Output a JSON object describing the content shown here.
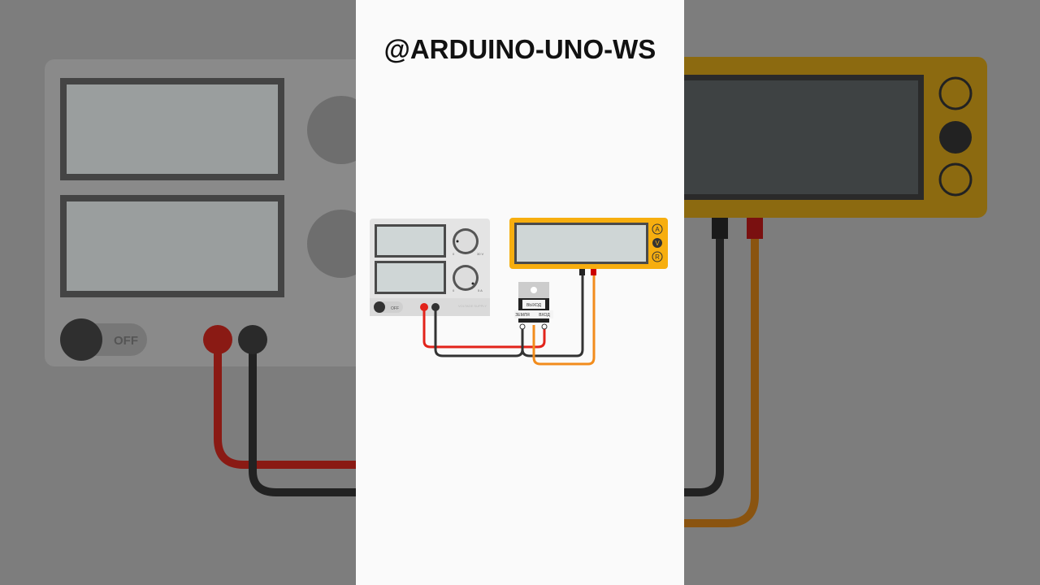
{
  "channel_handle": "@ARDUINO-UNO-WS",
  "power_supply": {
    "switch_label": "OFF",
    "voltage_min": "0",
    "voltage_max": "30 V",
    "current_min": "0",
    "current_max": "5 A",
    "brand": "VOLTAGE SUPPLY"
  },
  "multimeter": {
    "modes": [
      "A",
      "V",
      "R"
    ],
    "selected_mode": "V"
  },
  "regulator": {
    "output_label": "ВЫХОД",
    "ground_label": "ЗЕМЛЯ",
    "input_label": "ВХОД"
  },
  "colors": {
    "multimeter": "#f7ae0f",
    "wire_red": "#e2231a",
    "wire_black": "#333333",
    "wire_orange": "#f28c1c"
  }
}
